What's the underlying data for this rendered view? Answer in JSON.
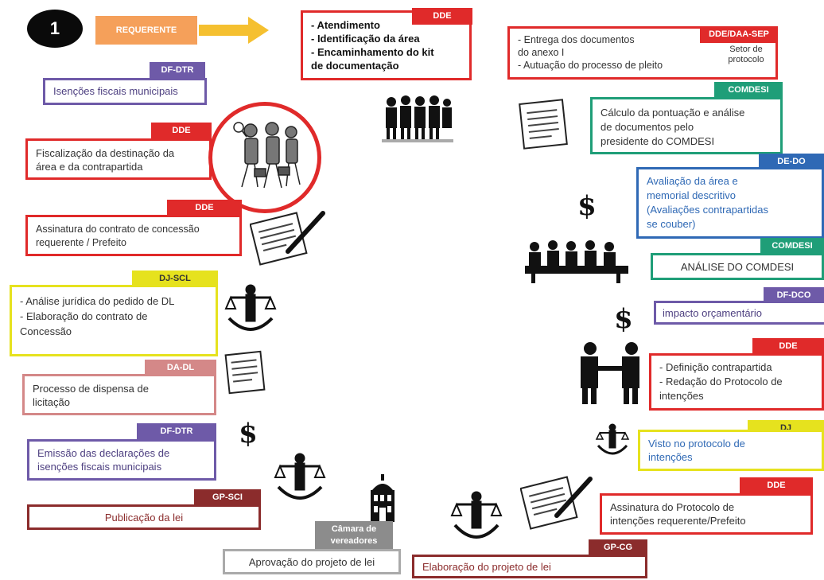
{
  "step_number": "1",
  "requerente": "REQUERENTE",
  "colors": {
    "red": "#e02a2a",
    "purple": "#6e5aa8",
    "green": "#1f9e78",
    "blue": "#2f69b5",
    "yellow": "#e6e21e",
    "pink": "#d48888",
    "brown": "#8b2c2c",
    "gray": "#8c8c8c",
    "orange": "#f5a05a"
  },
  "nodes": {
    "atendimento": {
      "tag": "DDE",
      "lines": [
        "- Atendimento",
        "- Identificação da área",
        "- Encaminhamento do kit",
        "de documentação"
      ]
    },
    "entrega": {
      "tag": "DDE/DAA-SEP",
      "lines": [
        "- Entrega dos documentos",
        "do anexo I",
        "- Autuação do processo de pleito"
      ],
      "side": [
        "Setor de",
        "protocolo"
      ]
    },
    "calculo": {
      "tag": "COMDESI",
      "lines": [
        "Cálculo da pontuação e análise",
        "de documentos pelo",
        "presidente  do COMDESI"
      ]
    },
    "avaliacao": {
      "tag": "DE-DO",
      "lines": [
        "Avaliação da área e",
        "memorial descritivo",
        "(Avaliações contrapartidas",
        "se couber)"
      ]
    },
    "analise_comdesi": {
      "tag": "COMDESI",
      "lines": [
        "ANÁLISE DO COMDESI"
      ]
    },
    "impacto": {
      "tag": "DF-DCO",
      "lines": [
        "impacto orçamentário"
      ]
    },
    "definicao": {
      "tag": "DDE",
      "lines": [
        "- Definição contrapartida",
        "- Redação do Protocolo de",
        "intenções"
      ]
    },
    "visto": {
      "tag": "DJ",
      "lines": [
        "Visto no protocolo de",
        "intenções"
      ]
    },
    "assinatura_protocolo": {
      "tag": "DDE",
      "lines": [
        "Assinatura do Protocolo de",
        "intenções requerente/Prefeito"
      ]
    },
    "elaboracao_projeto": {
      "tag": "GP-CG",
      "lines": [
        "Elaboração do projeto de lei"
      ]
    },
    "aprovacao": {
      "tag": "Câmara de vereadores",
      "tag_lines": [
        "Câmara de",
        "vereadores"
      ],
      "lines": [
        "Aprovação do projeto de lei"
      ]
    },
    "publicacao": {
      "tag": "GP-SCI",
      "lines": [
        "Publicação da lei"
      ]
    },
    "emissao": {
      "tag": "DF-DTR",
      "lines": [
        "Emissão das declarações de",
        "isenções fiscais municipais"
      ]
    },
    "dispensa": {
      "tag": "DA-DL",
      "lines": [
        "Processo de dispensa de",
        "licitação"
      ]
    },
    "juridica": {
      "tag": "DJ-SCL",
      "lines": [
        "- Análise jurídica do pedido de DL",
        "- Elaboração do contrato de",
        "Concessão"
      ]
    },
    "assinatura_contrato": {
      "tag": "DDE",
      "lines": [
        "Assinatura do contrato de concessão",
        "requerente / Prefeito"
      ]
    },
    "fiscalizacao": {
      "tag": "DDE",
      "lines": [
        "Fiscalização da destinação da",
        "área e da contrapartida"
      ]
    },
    "isencoes": {
      "tag": "DF-DTR",
      "lines": [
        "Isenções fiscais municipais"
      ]
    }
  }
}
